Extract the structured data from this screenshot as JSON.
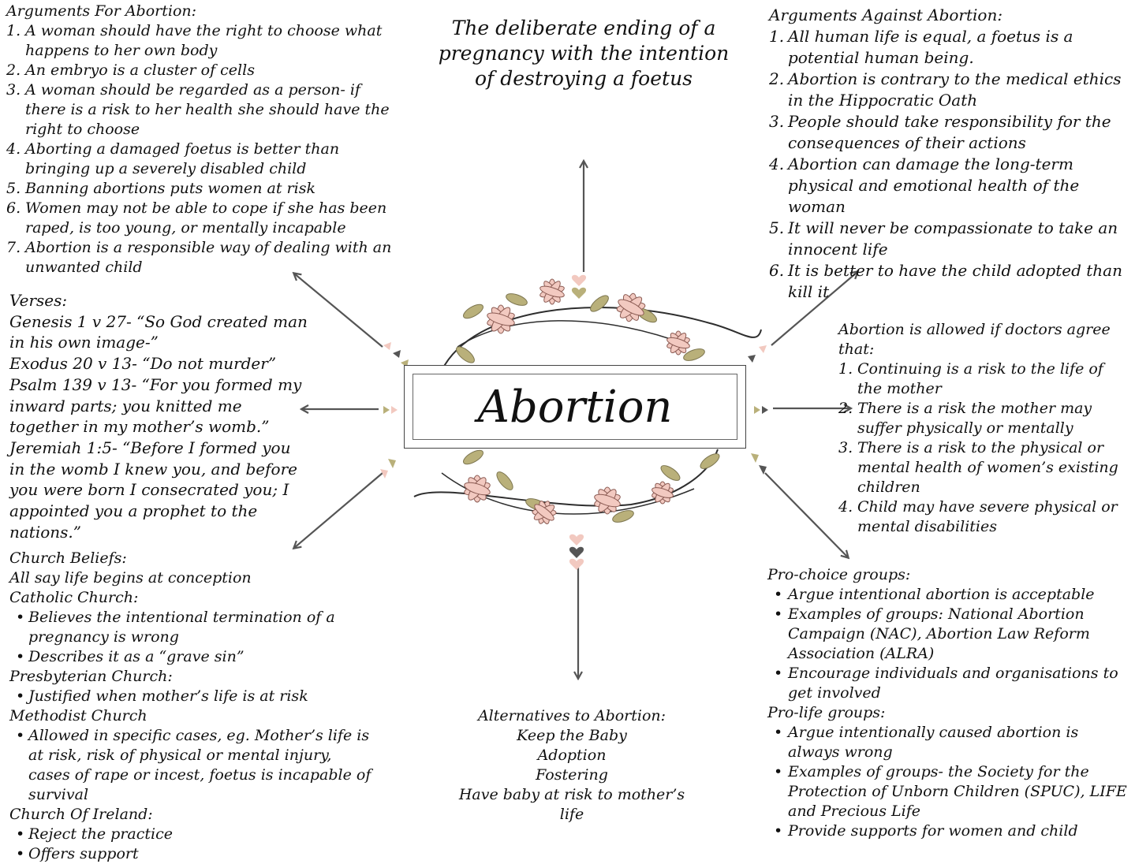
{
  "center": {
    "title": "Abortion"
  },
  "definition": "The deliberate ending of a pregnancy with the intention of destroying a foetus",
  "arguments_for": {
    "heading": "Arguments For Abortion:",
    "items": [
      {
        "num": "1.",
        "text": "A woman should have the right to choose what happens to her own body"
      },
      {
        "num": "2.",
        "text": "An embryo is a cluster of cells"
      },
      {
        "num": "3.",
        "text": "A woman should be regarded as a person- if there is a risk to her health she should have the right to choose"
      },
      {
        "num": "4.",
        "text": "Aborting a damaged foetus is better than bringing up a severely disabled child"
      },
      {
        "num": "5.",
        "text": "Banning abortions puts women at risk"
      },
      {
        "num": "6.",
        "text": "Women may not be able to cope if she has been raped, is too young, or mentally incapable"
      },
      {
        "num": "7.",
        "text": "Abortion is a responsible way of dealing with an unwanted child"
      }
    ]
  },
  "arguments_against": {
    "heading": "Arguments Against Abortion:",
    "items": [
      {
        "num": "1.",
        "text": "All human life is equal, a foetus is a potential human being."
      },
      {
        "num": "2.",
        "text": "Abortion is contrary to the medical ethics in the Hippocratic Oath"
      },
      {
        "num": "3.",
        "text": "People should take responsibility for the consequences of their actions"
      },
      {
        "num": "4.",
        "text": "Abortion can damage the long-term physical and emotional health of the woman"
      },
      {
        "num": "5.",
        "text": "It will never be compassionate to take an innocent life"
      },
      {
        "num": "6.",
        "text": "It is better to have the child adopted than kill it"
      }
    ]
  },
  "verses": {
    "heading": "Verses:",
    "lines": [
      "Genesis 1 v 27- “So God created man in his own image-”",
      "Exodus 20 v 13- “Do not murder”",
      "Psalm 139 v 13- “For you formed my inward parts; you knitted me together in my mother’s womb.”",
      "Jeremiah 1:5- “Before I formed you in the womb I knew you, and before you were born I consecrated you; I appointed you a prophet to the nations.”"
    ]
  },
  "allowed": {
    "heading": "Abortion is allowed if doctors agree that:",
    "items": [
      {
        "num": "1.",
        "text": "Continuing is a risk to the life of the mother"
      },
      {
        "num": "2.",
        "text": "There is a risk the mother may suffer physically or mentally"
      },
      {
        "num": "3.",
        "text": "There is a risk to the physical or mental health of women’s existing children"
      },
      {
        "num": "4.",
        "text": "Child may have severe physical or mental disabilities"
      }
    ]
  },
  "church": {
    "heading": "Church Beliefs:",
    "intro": "All say life begins at conception",
    "groups": [
      {
        "name": "Catholic Church:",
        "points": [
          "Believes the intentional termination of a pregnancy is wrong",
          "Describes it as a “grave sin”"
        ]
      },
      {
        "name": "Presbyterian Church:",
        "points": [
          "Justified when mother’s life is at risk"
        ]
      },
      {
        "name": "Methodist Church",
        "points": [
          "Allowed in specific cases, eg. Mother’s life is at risk, risk of physical or mental injury, cases of rape or incest, foetus is incapable of survival"
        ]
      },
      {
        "name": "Church Of Ireland:",
        "points": [
          "Reject the practice",
          "Offers support"
        ]
      }
    ]
  },
  "alternatives": {
    "heading": "Alternatives to Abortion:",
    "items": [
      "Keep the Baby",
      "Adoption",
      "Fostering",
      "Have baby at risk to mother’s life"
    ]
  },
  "groups": {
    "pro_choice": {
      "heading": "Pro-choice groups:",
      "points": [
        "Argue intentional abortion is acceptable",
        "Examples of groups: National Abortion Campaign (NAC), Abortion Law Reform Association (ALRA)",
        "Encourage individuals and organisations to get involved"
      ]
    },
    "pro_life": {
      "heading": "Pro-life groups:",
      "points": [
        "Argue intentionally caused abortion is always wrong",
        "Examples of groups- the Society for the Protection of Unborn Children (SPUC), LIFE and Precious Life",
        "Provide supports for women and child"
      ]
    }
  },
  "colors": {
    "arrow": "#555555",
    "petal": "#f2c9c0",
    "leaf": "#b9b07a",
    "stem": "#2e2e2e"
  },
  "decor": {
    "icons": [
      "flower-wreath-icon",
      "heart-icon"
    ]
  }
}
